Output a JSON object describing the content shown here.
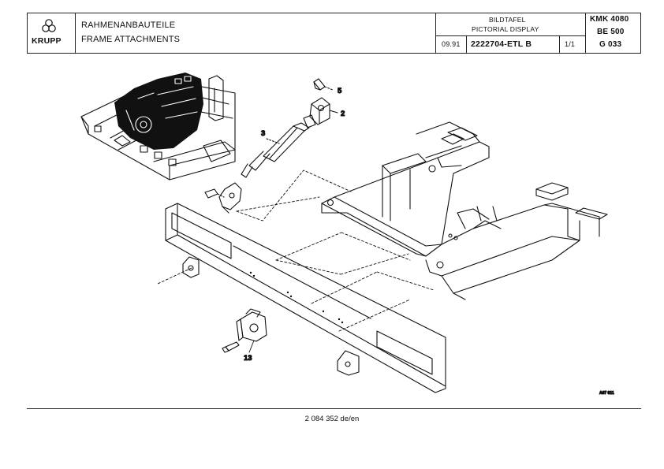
{
  "header": {
    "brand": "KRUPP",
    "title_de": "RAHMENANBAUTEILE",
    "title_en": "FRAME ATTACHMENTS",
    "bildtafel": "BILDTAFEL",
    "pictorial": "PICTORIAL DISPLAY",
    "date": "09.91",
    "doc_number": "2222704-ETL B",
    "sheet": "1/1",
    "model": "KMK 4080",
    "be": "BE 500",
    "group": "G 033"
  },
  "callouts": [
    "5",
    "2",
    "3",
    "13"
  ],
  "drawing_ref": "A07 611",
  "footer": {
    "code": "2 084 352 de/en"
  }
}
